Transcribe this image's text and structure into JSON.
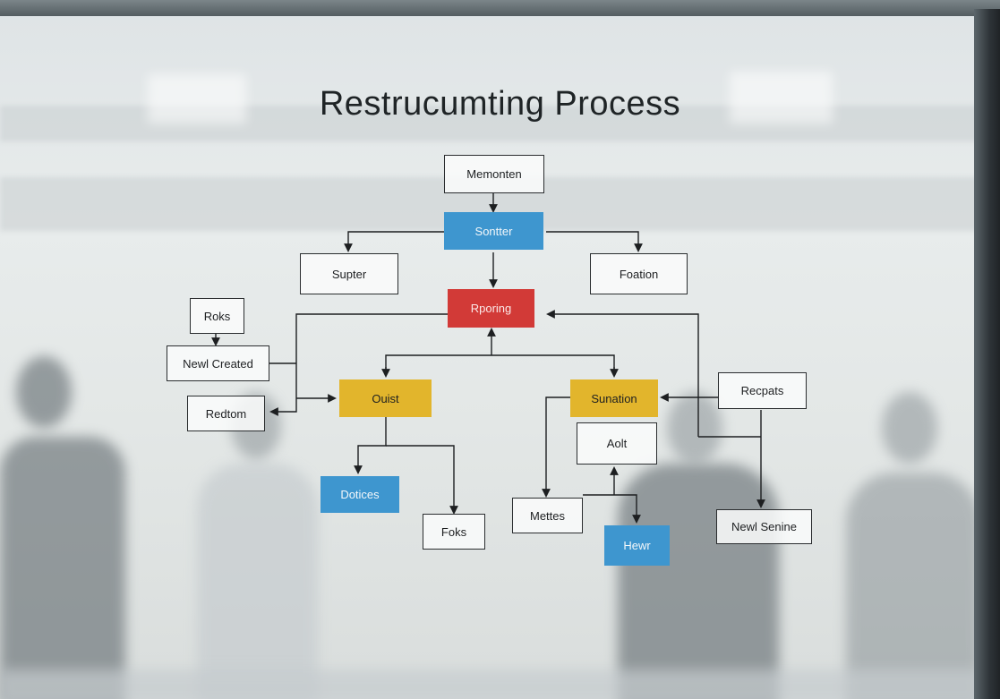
{
  "title": "Restrucumting Process",
  "nodes": {
    "memonten": "Memonten",
    "sontter": "Sontter",
    "supter": "Supter",
    "foation": "Foation",
    "poring": "Rporing",
    "roks": "Roks",
    "newl_created": "Newl Created",
    "redtom": "Redtom",
    "ouist": "Ouist",
    "sunation": "Sunation",
    "recpats": "Recpats",
    "aolt": "Aolt",
    "dotices": "Dotices",
    "foks": "Foks",
    "mettes": "Mettes",
    "hewr": "Hewr",
    "newl_senine": "Newl Senine"
  },
  "colors": {
    "blue": "#3e96cf",
    "red": "#d23a37",
    "yellow": "#e2b52c"
  }
}
